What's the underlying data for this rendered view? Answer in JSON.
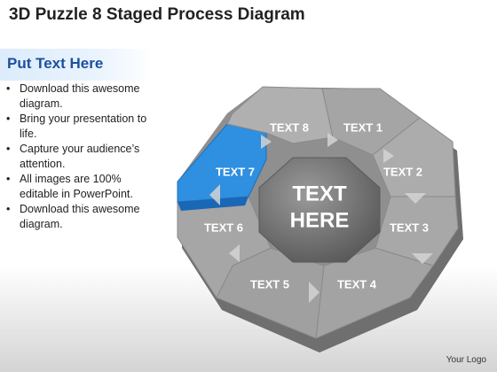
{
  "title": "3D Puzzle 8 Staged Process Diagram",
  "subheading": "Put Text Here",
  "bullets": [
    "Download this awesome diagram.",
    "Bring your presentation to life.",
    "Capture your audience’s attention.",
    "All images are 100% editable in PowerPoint.",
    "Download this awesome diagram."
  ],
  "diagram": {
    "center": [
      "TEXT",
      "HERE"
    ],
    "segments": [
      "TEXT 1",
      "TEXT 2",
      "TEXT 3",
      "TEXT 4",
      "TEXT 5",
      "TEXT 6",
      "TEXT 7",
      "TEXT 8"
    ],
    "highlight_segment": "TEXT 7",
    "colors": {
      "segment": "#a9a9a9",
      "highlight": "#2f8fe0",
      "center": "#6e6e6e"
    }
  },
  "footer": "Your Logo"
}
